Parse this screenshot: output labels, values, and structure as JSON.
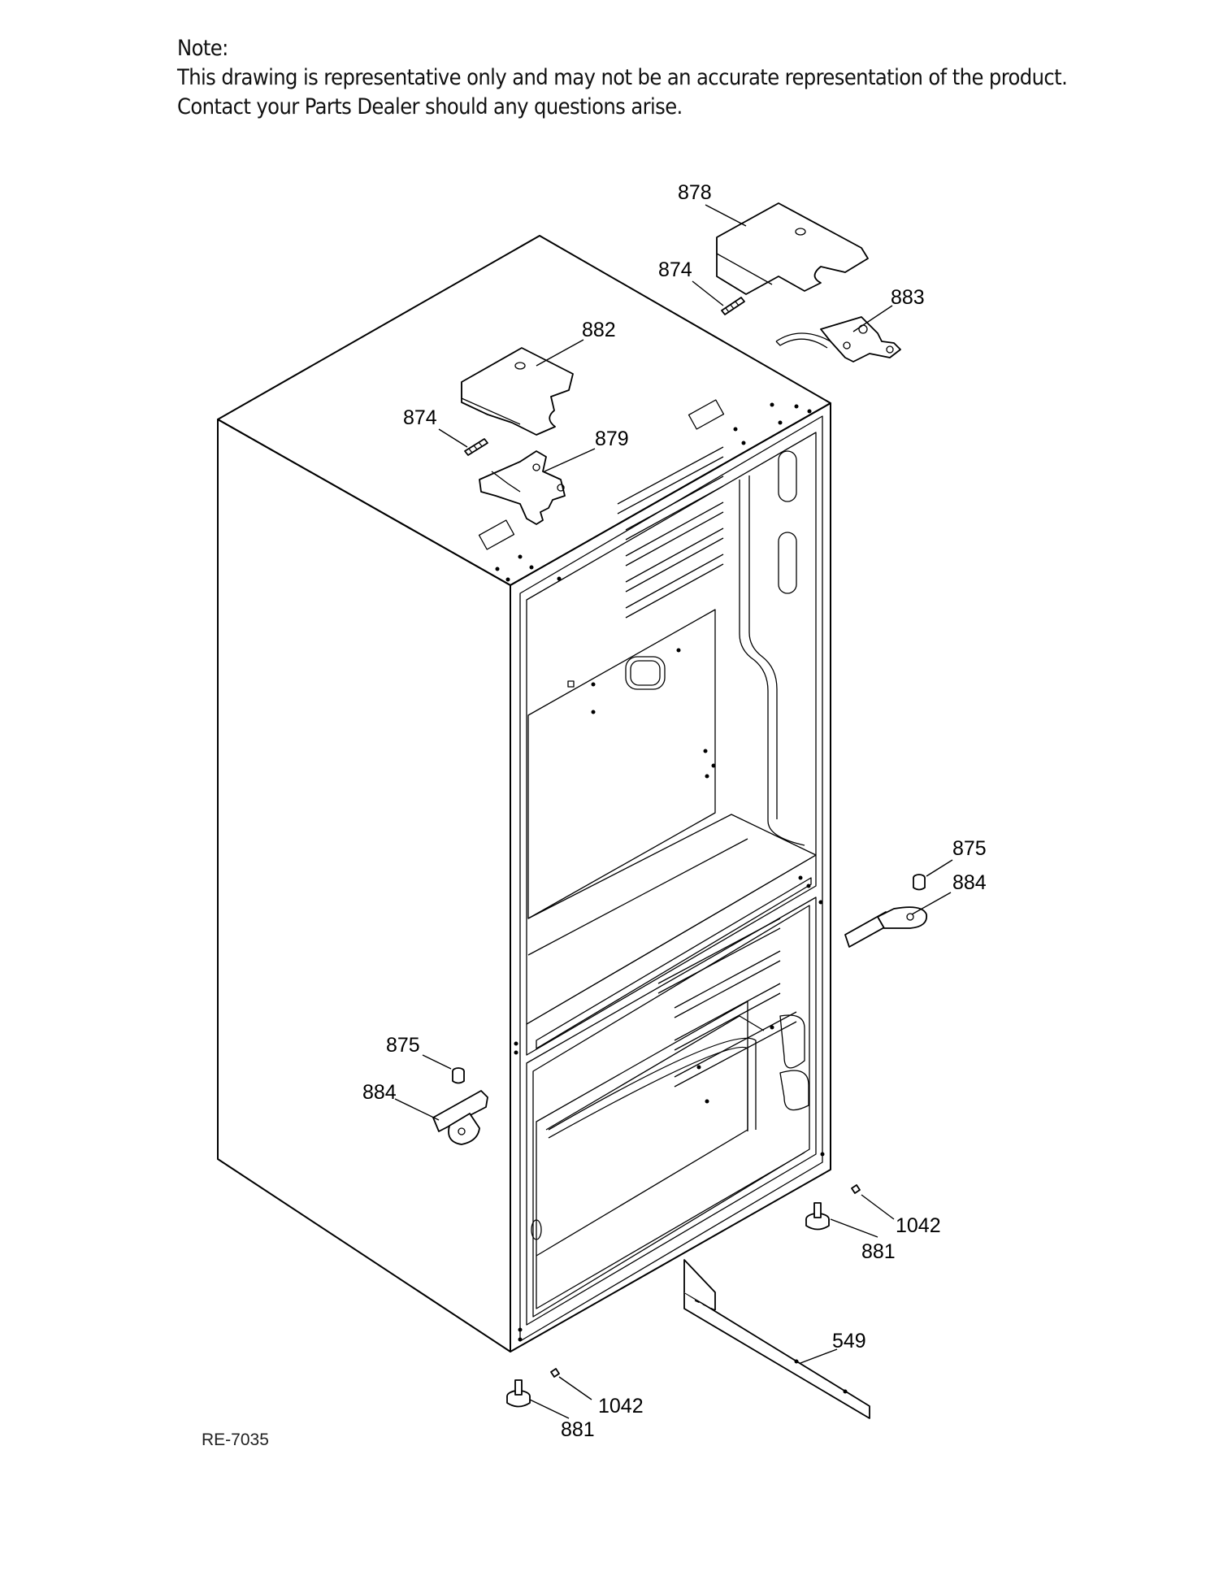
{
  "note": {
    "heading": "Note:",
    "line1": "This drawing is representative only and may not be an accurate representation of the product.",
    "line2": "Contact your Parts Dealer should any questions arise."
  },
  "diagram_ref": "RE-7035",
  "callouts": {
    "c878": "878",
    "c874a": "874",
    "c883": "883",
    "c882": "882",
    "c874b": "874",
    "c879": "879",
    "c875a": "875",
    "c884a": "884",
    "c875b": "875",
    "c884b": "884",
    "c1042a": "1042",
    "c881a": "881",
    "c549": "549",
    "c1042b": "1042",
    "c881b": "881"
  }
}
